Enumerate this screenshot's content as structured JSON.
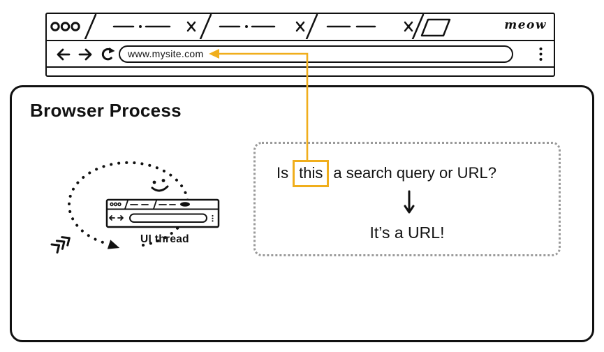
{
  "colors": {
    "accent": "#F0AE1C",
    "ink": "#111111",
    "dashed_border": "#9A9A9A"
  },
  "browser_window": {
    "brand": "meow",
    "url": "www.mysite.com",
    "tab_count": 3,
    "icons": {
      "window_controls": "three-circles",
      "tab_close": "x",
      "new_tab": "slanted-rectangle",
      "back": "left-arrow",
      "forward": "right-arrow",
      "reload": "circular-arrow",
      "menu": "kebab-vertical-dots"
    }
  },
  "process": {
    "title": "Browser Process",
    "ui_thread": {
      "label": "UI thread",
      "icons": {
        "loop": "dotted-circular-arrow",
        "face": "smiley-face",
        "chevrons": "triple-chevron",
        "mini_browser": "mini-browser-window"
      }
    },
    "decision": {
      "question_prefix": "Is",
      "question_highlight": "this",
      "question_suffix": "a search query or URL?",
      "down_arrow": "down-arrow",
      "answer": "It’s a URL!"
    }
  }
}
